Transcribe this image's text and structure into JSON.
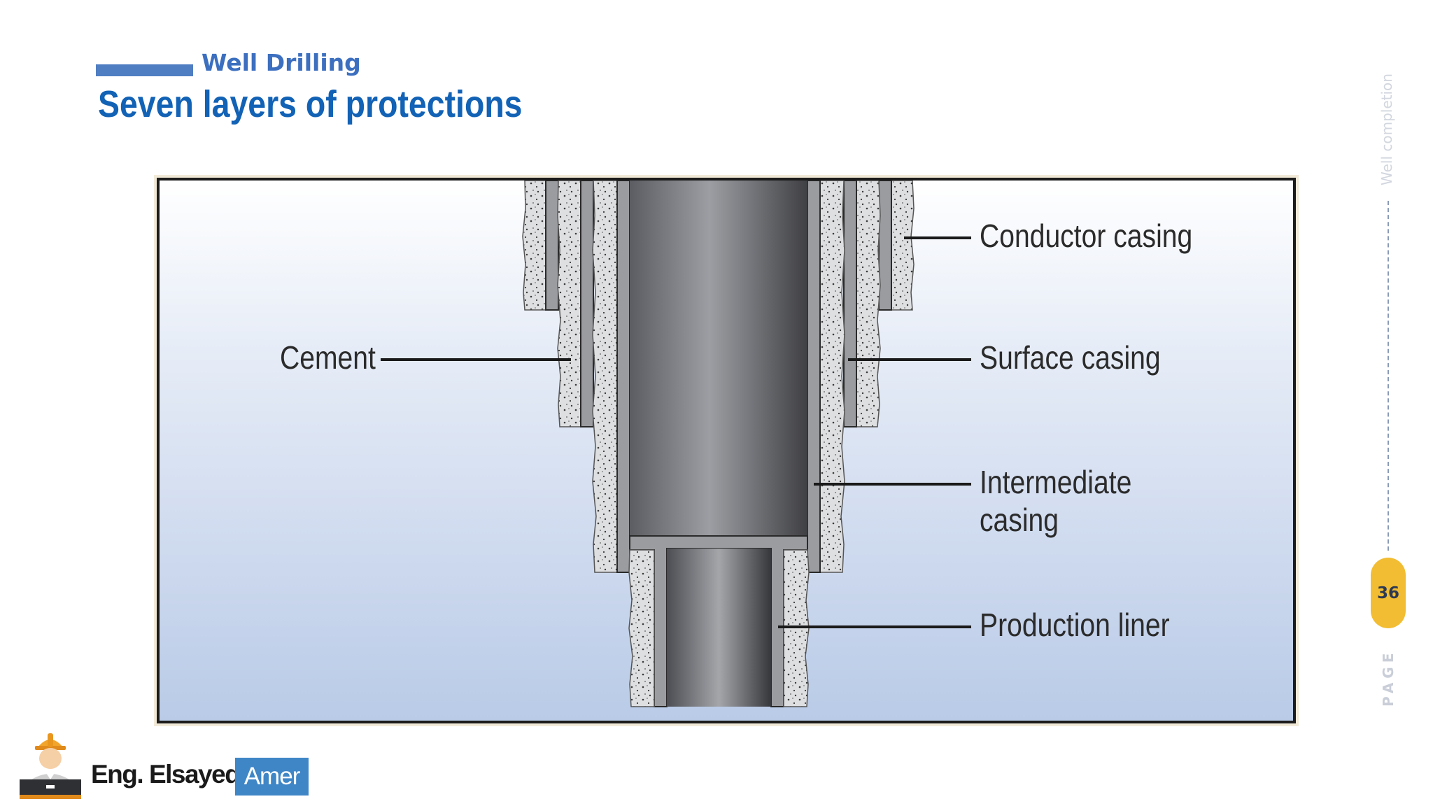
{
  "header": {
    "subtitle": "Well Drilling",
    "title": "Seven layers of protections"
  },
  "diagram": {
    "labels": {
      "cement": "Cement",
      "conductor": "Conductor casing",
      "surface": "Surface casing",
      "intermediate_line1": "Intermediate",
      "intermediate_line2": "casing",
      "production": "Production liner"
    }
  },
  "sidebar": {
    "section": "Well completion",
    "page_number": "36",
    "page_word": "PAGE"
  },
  "footer": {
    "name": "Eng. Elsayed",
    "badge": "Amer"
  },
  "colors": {
    "title": "#1262b6",
    "accent": "#4f7ec2",
    "page_pill": "#f2bd32",
    "badge": "#3f86c7"
  }
}
